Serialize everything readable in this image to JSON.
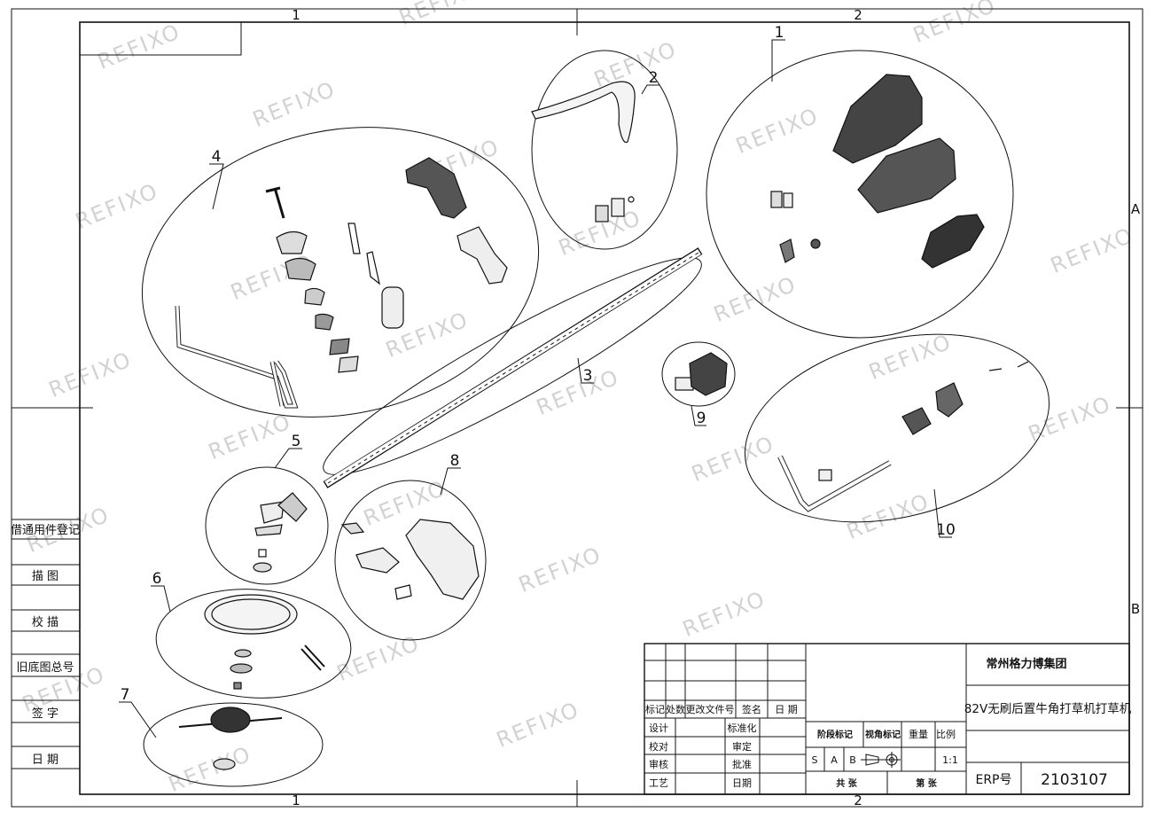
{
  "zones": {
    "columns": [
      "1",
      "2"
    ],
    "rows": [
      "A",
      "B"
    ]
  },
  "watermark": "REFIXO",
  "callouts": [
    "1",
    "2",
    "3",
    "4",
    "5",
    "6",
    "7",
    "8",
    "9",
    "10"
  ],
  "side_labels": [
    "借通用件登记",
    "描 图",
    "校 描",
    "旧底图总号",
    "签 字",
    "日 期"
  ],
  "title_block": {
    "company": "常州格力博集团",
    "product": "82V无刷后置牛角打草机打草机",
    "revision_headers": [
      "标记",
      "处数",
      "更改文件号",
      "签名",
      "日 期"
    ],
    "roles_left": [
      "设计",
      "校对",
      "审核",
      "工艺"
    ],
    "roles_right": [
      "标准化",
      "审定",
      "批准",
      "日期"
    ],
    "stage_header": "阶段标记",
    "view_header": "视角标记",
    "weight_header": "重量",
    "scale_header": "比例",
    "stage_marks": [
      "S",
      "A",
      "B"
    ],
    "scale_value": "1:1",
    "total_sheets": "共    张",
    "sheet_no": "第    张",
    "erp_label": "ERP号",
    "erp_value": "2103107"
  },
  "colors": {
    "line": "#111111",
    "watermark": "#d2d2d2",
    "paper": "#ffffff"
  }
}
